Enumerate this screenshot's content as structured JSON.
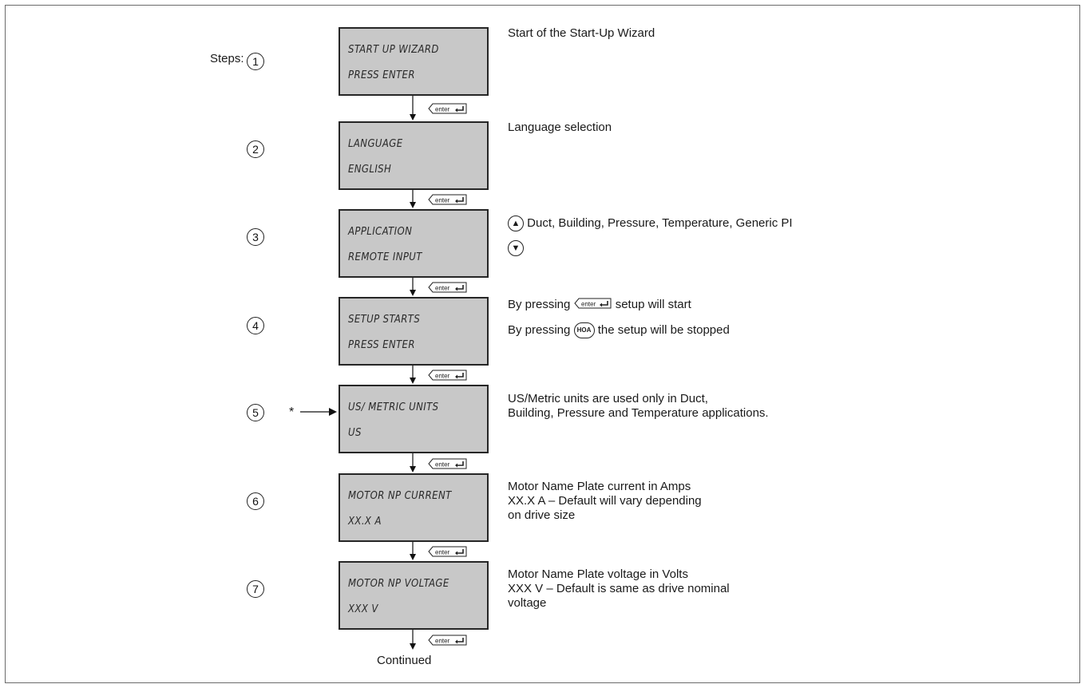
{
  "steps_label": "Steps:",
  "continued": "Continued",
  "enter_key_label": "enter",
  "hoa_key_label": "HOA",
  "footnote_marker": "*",
  "steps": [
    {
      "number": "1",
      "lcd_line1": "START UP WIZARD",
      "lcd_line2": "PRESS ENTER",
      "desc": [
        "Start of the Start-Up Wizard"
      ]
    },
    {
      "number": "2",
      "lcd_line1": "LANGUAGE",
      "lcd_line2": "ENGLISH",
      "desc": [
        "Language selection"
      ]
    },
    {
      "number": "3",
      "lcd_line1": "APPLICATION",
      "lcd_line2": "REMOTE INPUT",
      "desc": [
        "Duct, Building, Pressure, Temperature, Generic PI"
      ]
    },
    {
      "number": "4",
      "lcd_line1": "SETUP STARTS",
      "lcd_line2": "PRESS ENTER",
      "desc_a_pre": "By pressing",
      "desc_a_post": "setup will start",
      "desc_b_pre": "By pressing",
      "desc_b_post": "the setup will be stopped"
    },
    {
      "number": "5",
      "lcd_line1": "US/ METRIC UNITS",
      "lcd_line2": "US",
      "desc": [
        "US/Metric units are used only in Duct,",
        "Building, Pressure and Temperature applications."
      ]
    },
    {
      "number": "6",
      "lcd_line1": "MOTOR NP CURRENT",
      "lcd_line2": "XX.X A",
      "desc": [
        "Motor Name Plate current in Amps",
        "XX.X A – Default will vary depending",
        "on drive size"
      ]
    },
    {
      "number": "7",
      "lcd_line1": "MOTOR NP VOLTAGE",
      "lcd_line2": "XXX V",
      "desc": [
        "Motor Name Plate voltage in Volts",
        "XXX V – Default is same as drive nominal",
        "voltage"
      ]
    }
  ]
}
